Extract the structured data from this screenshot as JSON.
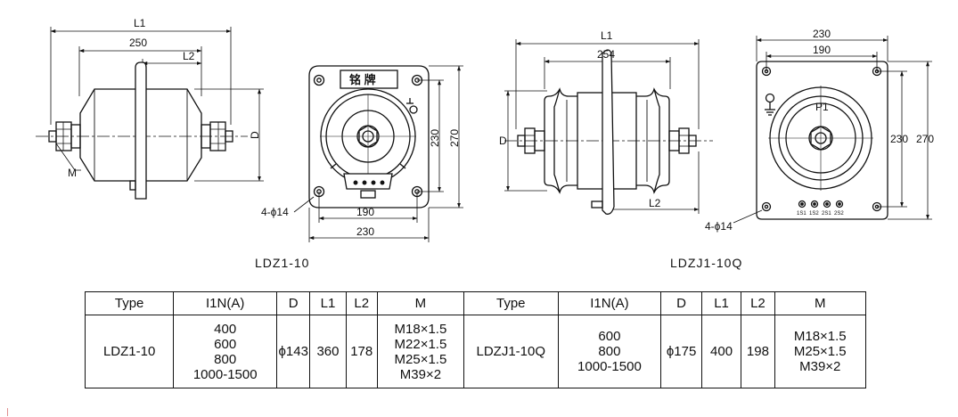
{
  "diagram": {
    "left_view": {
      "dim_L1": "L1",
      "dim_250": "250",
      "dim_L2": "L2",
      "dim_D": "D",
      "dim_M": "M"
    },
    "left_front": {
      "nameplate": "铭  牌",
      "dim_230_v": "230",
      "dim_270_v": "270",
      "dim_190": "190",
      "dim_230_h": "230",
      "holes": "4-ϕ14",
      "caption": "LDZ1-10"
    },
    "right_view": {
      "dim_L1": "L1",
      "dim_254": "254",
      "dim_D": "D",
      "dim_L2": "L2"
    },
    "right_front": {
      "dim_230_top": "230",
      "dim_190": "190",
      "dim_230_v": "230",
      "dim_270_v": "270",
      "terminal": "P1",
      "secondary": [
        "1S1",
        "1S2",
        "2S1",
        "2S2"
      ],
      "holes": "4-ϕ14",
      "caption": "LDZJ1-10Q"
    }
  },
  "table": {
    "headers": [
      "Type",
      "I1N(A)",
      "D",
      "L1",
      "L2",
      "M",
      "Type",
      "I1N(A)",
      "D",
      "L1",
      "L2",
      "M"
    ],
    "row": {
      "type_a": "LDZ1-10",
      "current_a": [
        "400",
        "600",
        "800",
        "1000-1500"
      ],
      "d_a": "ϕ143",
      "l1_a": "360",
      "l2_a": "178",
      "m_a": [
        "M18×1.5",
        "M22×1.5",
        "M25×1.5",
        "M39×2"
      ],
      "type_b": "LDZJ1-10Q",
      "current_b": [
        "600",
        "800",
        "1000-1500"
      ],
      "d_b": "ϕ175",
      "l1_b": "400",
      "l2_b": "198",
      "m_b": [
        "M18×1.5",
        "M25×1.5",
        "M39×2"
      ]
    }
  }
}
